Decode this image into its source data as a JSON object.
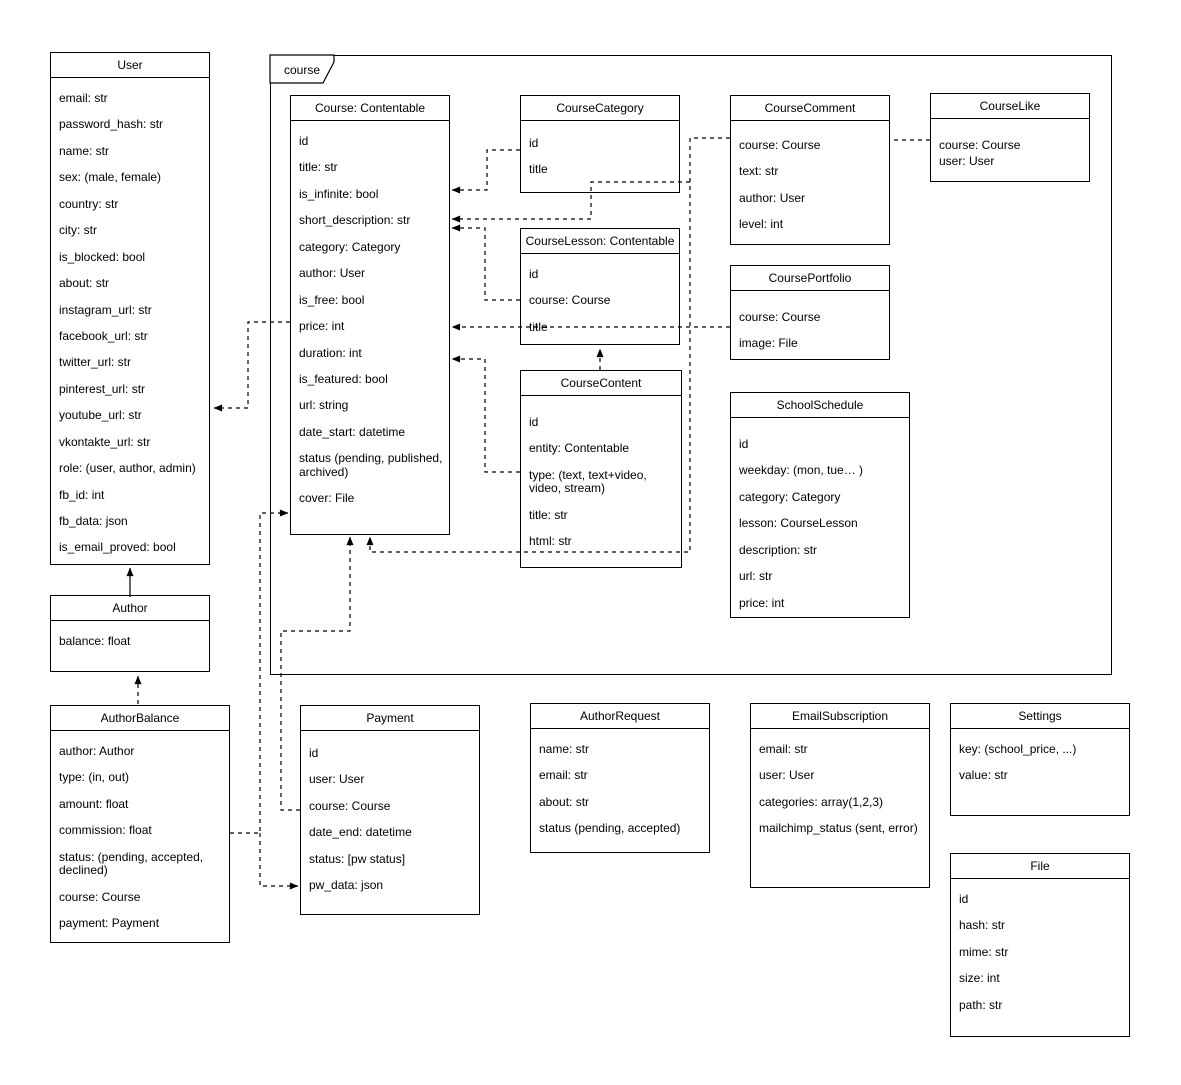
{
  "package": {
    "label": "course"
  },
  "entities": {
    "user": {
      "title": "User",
      "fields": [
        "email: str",
        "password_hash: str",
        "name: str",
        "sex: (male, female)",
        "country: str",
        "city: str",
        "is_blocked: bool",
        "about: str",
        "instagram_url: str",
        "facebook_url: str",
        "twitter_url: str",
        "pinterest_url: str",
        "youtube_url: str",
        "vkontakte_url: str",
        "role: (user, author, admin)",
        "fb_id: int",
        "fb_data: json",
        "is_email_proved: bool"
      ]
    },
    "author": {
      "title": "Author",
      "fields": [
        "balance: float"
      ]
    },
    "author_balance": {
      "title": "AuthorBalance",
      "fields": [
        "author: Author",
        "type: (in, out)",
        "amount: float",
        "commission: float",
        "status: (pending, accepted, declined)",
        "course: Course",
        "payment: Payment"
      ]
    },
    "course": {
      "title": "Course: Contentable",
      "fields": [
        "id",
        "title: str",
        "is_infinite: bool",
        "short_description: str",
        "category: Category",
        "author: User",
        "is_free: bool",
        "price: int",
        "duration: int",
        "is_featured: bool",
        "url: string",
        "date_start: datetime",
        "status (pending, published, archived)",
        "cover: File"
      ]
    },
    "course_category": {
      "title": "CourseCategory",
      "fields": [
        "id",
        "title"
      ]
    },
    "course_lesson": {
      "title": "CourseLesson: Contentable",
      "fields": [
        "id",
        "course: Course",
        "title"
      ]
    },
    "course_content": {
      "title": "CourseContent",
      "fields": [
        "id",
        "entity: Contentable",
        "type: (text, text+video, video, stream)",
        "title: str",
        "html: str"
      ]
    },
    "course_comment": {
      "title": "CourseComment",
      "fields": [
        "course: Course",
        "text: str",
        "author: User",
        "level: int"
      ]
    },
    "course_like": {
      "title": "CourseLike",
      "fields": [
        "course: Course",
        "user: User"
      ]
    },
    "course_portfolio": {
      "title": "CoursePortfolio",
      "fields": [
        "course: Course",
        "image: File"
      ]
    },
    "school_schedule": {
      "title": "SchoolSchedule",
      "fields": [
        "id",
        "weekday: (mon, tue… )",
        "category: Category",
        "lesson: CourseLesson",
        "description: str",
        "url: str",
        "price: int"
      ]
    },
    "payment": {
      "title": "Payment",
      "fields": [
        "id",
        "user: User",
        "course: Course",
        "date_end: datetime",
        "status: [pw status]",
        "pw_data: json"
      ]
    },
    "author_request": {
      "title": "AuthorRequest",
      "fields": [
        "name: str",
        "email: str",
        "about: str",
        "status (pending, accepted)"
      ]
    },
    "email_subscription": {
      "title": "EmailSubscription",
      "fields": [
        "email: str",
        "user: User",
        "categories: array(1,2,3)",
        "mailchimp_status (sent, error)"
      ]
    },
    "settings": {
      "title": "Settings",
      "fields": [
        "key: (school_price, ...)",
        "value: str"
      ]
    },
    "file": {
      "title": "File",
      "fields": [
        "id",
        "hash: str",
        "mime: str",
        "size: int",
        "path: str"
      ]
    }
  },
  "colors": {
    "stroke": "#000000",
    "background": "#ffffff"
  }
}
